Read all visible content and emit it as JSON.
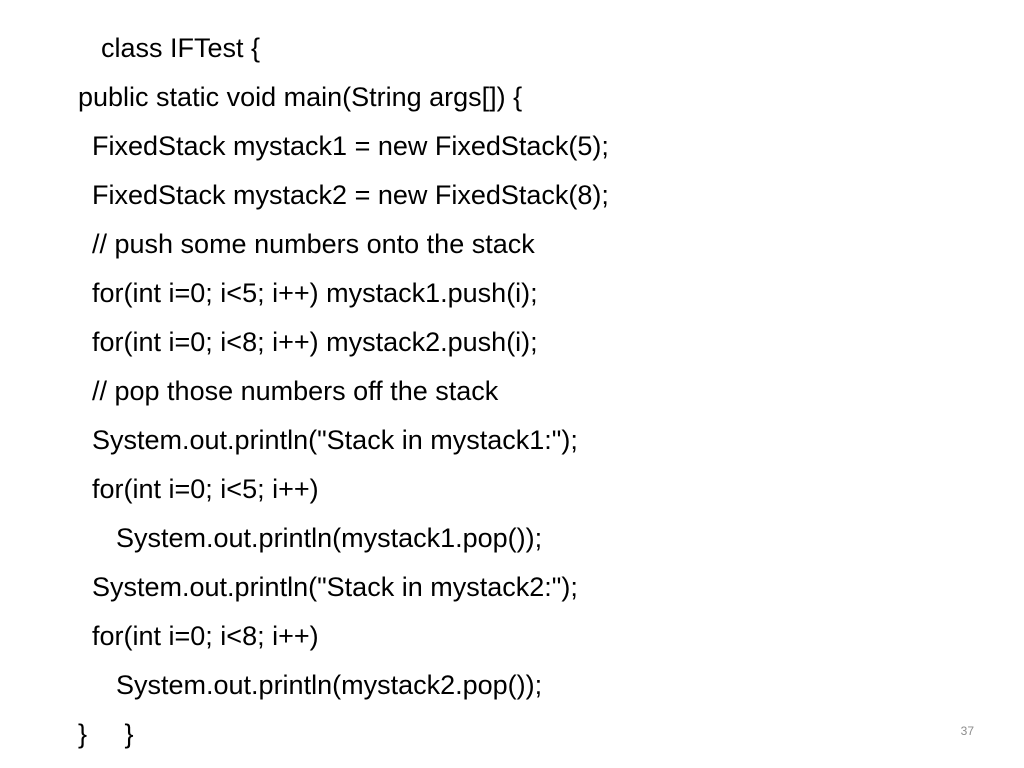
{
  "code_lines": [
    "class IFTest {",
    "public static void main(String args[]) {",
    "FixedStack mystack1 = new FixedStack(5);",
    "FixedStack mystack2 = new FixedStack(8);",
    "// push some numbers onto the stack",
    "for(int i=0; i<5; i++) mystack1.push(i);",
    "for(int i=0; i<8; i++) mystack2.push(i);",
    "// pop those numbers off the stack",
    "System.out.println(\"Stack in mystack1:\");",
    "for(int i=0; i<5; i++)",
    "System.out.println(mystack1.pop());",
    "System.out.println(\"Stack in mystack2:\");",
    "for(int i=0; i<8; i++)",
    "System.out.println(mystack2.pop());",
    "}     }"
  ],
  "slide_number": "37"
}
